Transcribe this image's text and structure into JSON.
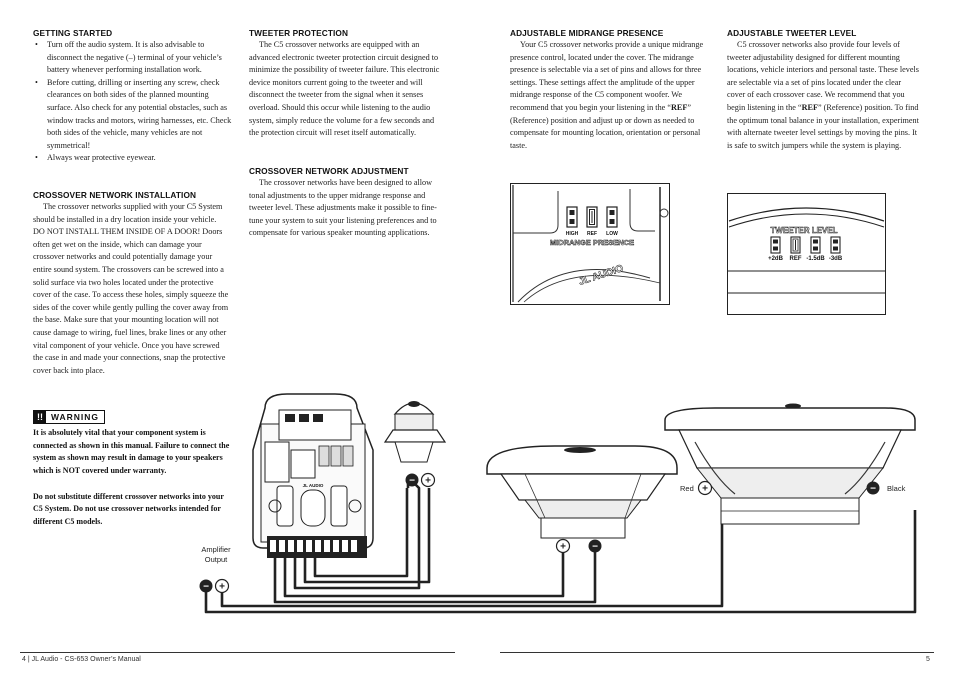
{
  "getting_started": {
    "heading": "GETTING STARTED",
    "bullets": [
      "Turn off the audio system. It is also advisable to disconnect the negative (–) terminal of your vehicle’s battery whenever performing installation work.",
      "Before cutting, drilling or inserting any screw, check clearances on both sides of the planned mounting surface. Also check for any potential obstacles, such as window tracks and motors, wiring harnesses, etc. Check both sides of the vehicle, many vehicles are not symmetrical!",
      "Always wear protective eyewear."
    ]
  },
  "crossover_installation": {
    "heading": "CROSSOVER NETWORK INSTALLATION",
    "body": "The crossover networks supplied with your C5 System should be installed in a dry location inside your vehicle. DO NOT INSTALL THEM INSIDE OF A DOOR! Doors often get wet on the inside, which can damage your crossover networks and could potentially damage your entire sound system. The crossovers can be screwed into a solid surface via two holes located under the protective cover of the case. To access these holes, simply squeeze the sides of the cover while gently pulling the cover away from the base. Make sure that your mounting location will not cause damage to wiring, fuel lines, brake lines or any other vital component of your vehicle. Once you have screwed the case in and made your connections, snap the protective cover back into place."
  },
  "tweeter_protection": {
    "heading": "TWEETER PROTECTION",
    "body": "The C5 crossover networks are equipped with an advanced electronic tweeter protection circuit designed to minimize the possibility of tweeter failure. This electronic device monitors current going to the tweeter and will disconnect the tweeter from the signal when it senses overload. Should this occur while listening to the audio system, simply reduce the volume for a few seconds and the protection circuit will reset itself automatically."
  },
  "crossover_adjustment": {
    "heading": "CROSSOVER NETWORK ADJUSTMENT",
    "body": "The crossover networks have been designed to allow tonal adjustments to the upper midrange response and tweeter level. These adjustments make it possible to fine-tune your system to suit your listening preferences and to compensate for various speaker mounting applications."
  },
  "midrange_presence": {
    "heading": "ADJUSTABLE MIDRANGE PRESENCE",
    "body_before": "Your C5 crossover networks provide a unique midrange presence control, located under the cover. The midrange presence is selectable via a set of pins and allows for three settings. These settings affect the amplitude of the upper midrange response of the C5 component woofer. We recommend that you begin your listening in the “",
    "ref": "REF",
    "body_after": "” (Reference) position and adjust up or down as needed to compensate for mounting location, orientation or personal taste.",
    "figure": {
      "pins": [
        "HIGH",
        "REF",
        "LOW"
      ],
      "label": "MIDRANGE PRESENCE",
      "brand": "JL AUDIO"
    }
  },
  "tweeter_level": {
    "heading": "ADJUSTABLE TWEETER LEVEL",
    "body_before": "C5 crossover networks also provide four levels of tweeter adjustability designed for different mounting locations, vehicle interiors and personal taste. These levels are selectable via a set of pins located under the clear cover of each crossover case. We recommend that you begin listening in the “",
    "ref": "REF",
    "body_after": "” (Reference) position. To find the optimum tonal balance in your installation, experiment with alternate tweeter level settings by moving the pins. It is safe to switch jumpers while the system is playing.",
    "figure": {
      "label": "TWEETER LEVEL",
      "pins": [
        "+2dB",
        "REF",
        "-1.5dB",
        "-3dB"
      ]
    }
  },
  "warning": {
    "badge_icon": "!!",
    "badge_label": "WARNING",
    "para1": "It is absolutely vital that your component system is connected as shown in this manual. Failure to connect the system as shown may result in damage to your speakers which is NOT covered under warranty.",
    "para2": "Do not substitute different crossover networks into your C5 System. Do not use crossover networks intended for different C5 models."
  },
  "diagram": {
    "amplifier_label_line1": "Amplifier",
    "amplifier_label_line2": "Output",
    "red_label": "Red",
    "black_label": "Black",
    "plus": "+",
    "minus": "−",
    "crossover_brand": "JL AUDIO"
  },
  "footer": {
    "left_page": "4",
    "left_sep": "|",
    "left_title": "JL Audio - CS-653 Owner’s Manual",
    "right_page": "5"
  }
}
